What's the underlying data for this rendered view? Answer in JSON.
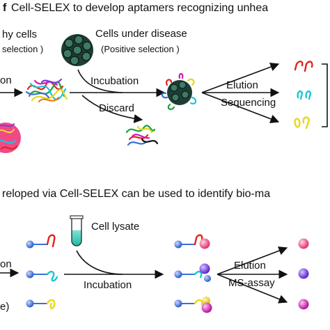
{
  "panel_a": {
    "heading_marker": "f",
    "heading": "Cell-SELEX  to develop aptamers recognizing unhea",
    "healthy_label": "hy cells",
    "healthy_sub": " selection )",
    "disease_label": "Cells under disease",
    "disease_sub": "(Positive selection )",
    "left_edge_label": "on",
    "incubation_label": "Incubation",
    "discard_label": "Discard",
    "elution_label": "Elution",
    "sequencing_label": "Sequencing"
  },
  "panel_b": {
    "heading": "reloped via Cell-SELEX can be used to identify bio-ma",
    "lysate_label": "Cell lysate",
    "left_edge_label": "on",
    "left_bottom_label": "e)",
    "incubation_label": "Incubation",
    "elution_label": "Elution",
    "ms_label": "MS-assay"
  },
  "colors": {
    "arrow": "#111111",
    "probe_blue": "#3a6fd8",
    "red": "#e0241b",
    "cyan": "#18c6d8",
    "yellow": "#e8d71a",
    "green": "#1aa33a",
    "magenta": "#d11ab8",
    "pink": "#f05a8c",
    "purple": "#7a3ae0",
    "lysate": "#2fc9b3",
    "cell_dark": "#1e3d34"
  }
}
